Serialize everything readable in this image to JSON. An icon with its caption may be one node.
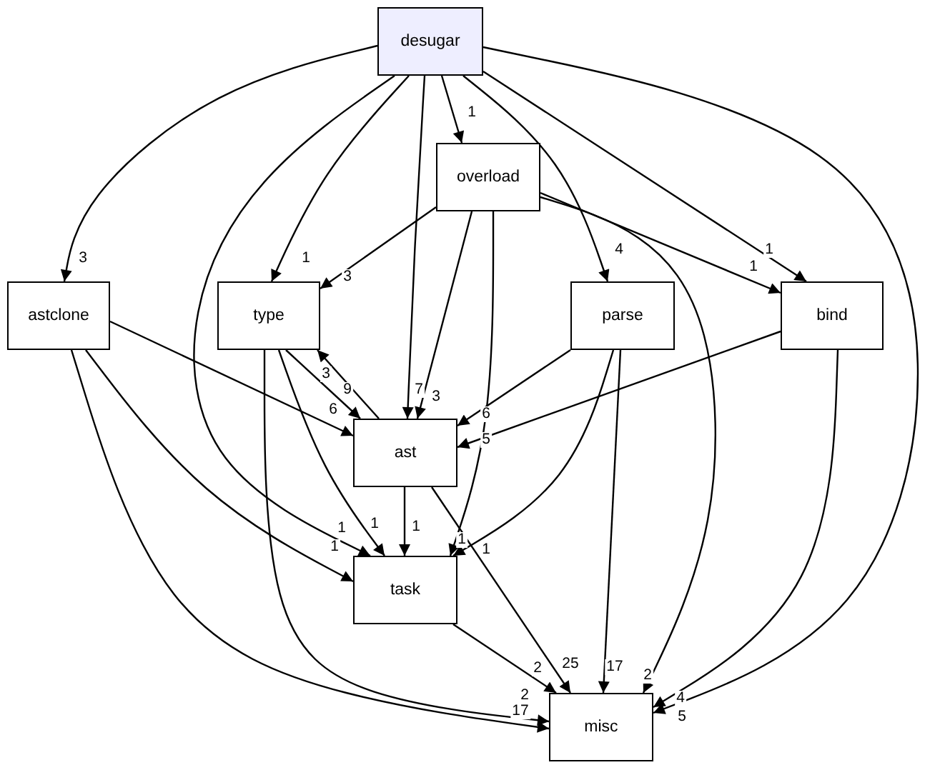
{
  "diagram": {
    "nodes": [
      {
        "text": [
          "desugar"
        ]
      },
      {
        "text": [
          "overload"
        ]
      },
      {
        "text": [
          "astclone"
        ]
      },
      {
        "text": [
          "type"
        ]
      },
      {
        "text": [
          "parse"
        ]
      },
      {
        "text": [
          "bind"
        ]
      },
      {
        "text": [
          "ast"
        ]
      },
      {
        "text": [
          "task"
        ]
      },
      {
        "text": [
          "misc"
        ]
      }
    ],
    "edges": [
      {
        "from": 0,
        "to": 2,
        "arrow": "to",
        "label": "3"
      },
      {
        "from": 0,
        "to": 7,
        "arrow": "to",
        "label": "1"
      },
      {
        "from": 0,
        "to": 3,
        "arrow": "to",
        "label": "1"
      },
      {
        "from": 0,
        "to": 6,
        "arrow": "to",
        "label": "7"
      },
      {
        "from": 0,
        "to": 1,
        "arrow": "to",
        "label": "1"
      },
      {
        "from": 0,
        "to": 4,
        "arrow": "to",
        "label": "4"
      },
      {
        "from": 0,
        "to": 5,
        "arrow": "to",
        "label": "1"
      },
      {
        "from": 0,
        "to": 8,
        "arrow": "to",
        "label": "5"
      },
      {
        "from": 1,
        "to": 3,
        "arrow": "to",
        "label": "3"
      },
      {
        "from": 1,
        "to": 6,
        "arrow": "to",
        "label": "3"
      },
      {
        "from": 1,
        "to": 7,
        "arrow": "to",
        "label": "1"
      },
      {
        "from": 1,
        "to": 5,
        "arrow": "to",
        "label": "1"
      },
      {
        "from": 1,
        "to": 8,
        "arrow": "to",
        "label": "2"
      },
      {
        "from": 2,
        "to": 6,
        "arrow": "to",
        "label": "6"
      },
      {
        "from": 2,
        "to": 7,
        "arrow": "to",
        "label": "1"
      },
      {
        "from": 2,
        "to": 8,
        "arrow": "to",
        "label": "2"
      },
      {
        "from": 3,
        "to": 6,
        "arrow": "to",
        "label": "9"
      },
      {
        "from": 6,
        "to": 3,
        "arrow": "to",
        "label": "3"
      },
      {
        "from": 3,
        "to": 7,
        "arrow": "to",
        "label": "1"
      },
      {
        "from": 3,
        "to": 8,
        "arrow": "to",
        "label": "17"
      },
      {
        "from": 4,
        "to": 6,
        "arrow": "to",
        "label": "6"
      },
      {
        "from": 4,
        "to": 7,
        "arrow": "to",
        "label": "1"
      },
      {
        "from": 4,
        "to": 8,
        "arrow": "to",
        "label": "17"
      },
      {
        "from": 5,
        "to": 6,
        "arrow": "to",
        "label": "5"
      },
      {
        "from": 5,
        "to": 8,
        "arrow": "to",
        "label": "4"
      },
      {
        "from": 6,
        "to": 7,
        "arrow": "to",
        "label": "1"
      },
      {
        "from": 6,
        "to": 8,
        "arrow": "to",
        "label": "25"
      },
      {
        "from": 7,
        "to": 8,
        "arrow": "to",
        "label": "2"
      }
    ]
  }
}
